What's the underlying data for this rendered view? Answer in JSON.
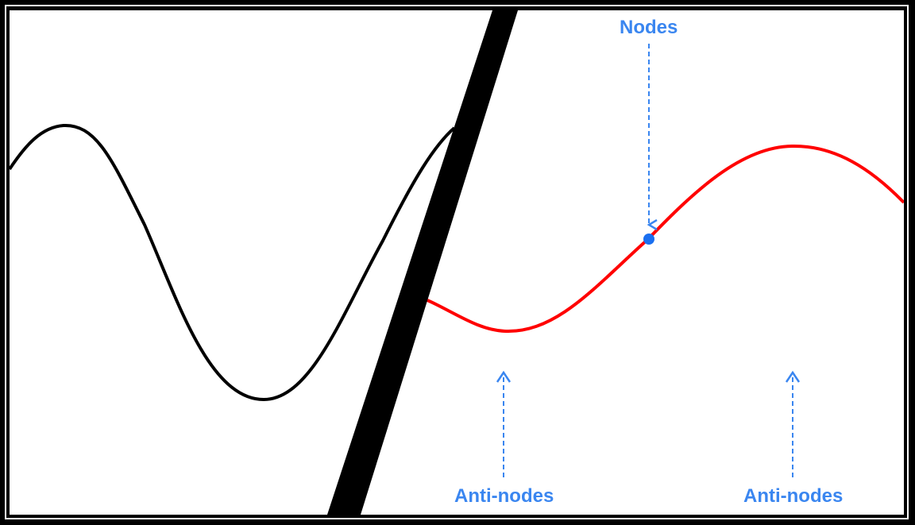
{
  "labels": {
    "nodes": "Nodes",
    "antinodes_left": "Anti-nodes",
    "antinodes_right": "Anti-nodes"
  },
  "colors": {
    "left_wave": "#000000",
    "right_wave": "#ff0000",
    "annotation": "#3a86f0",
    "divider": "#000000",
    "background": "#ffffff"
  }
}
